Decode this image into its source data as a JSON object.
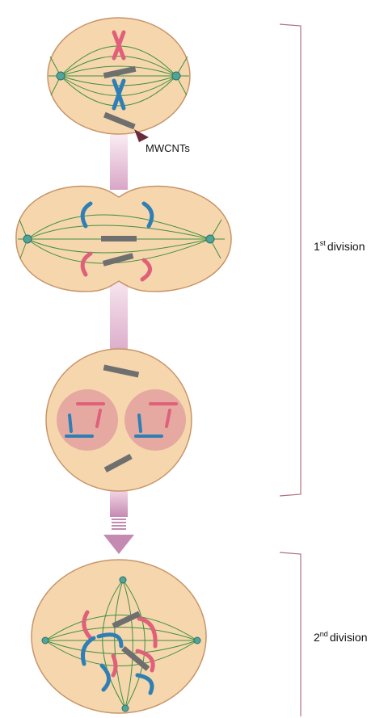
{
  "labels": {
    "mwcnts": "MWCNTs",
    "first_division": {
      "ordinal": "1",
      "suffix": "st",
      "text": "division"
    },
    "second_division": {
      "ordinal": "2",
      "suffix": "nd",
      "text": "division"
    }
  },
  "colors": {
    "cell_fill": "#f6d7ad",
    "cell_outline": "#c8946a",
    "spindle": "#3f8f3f",
    "chromosome_red": "#e0607a",
    "chromosome_blue": "#2f7fb5",
    "nanotube": "#6f6f6f",
    "nucleus": "#e5a9a1",
    "bracket": "#b07080",
    "arrow": "#c48ab2",
    "pointer": "#6b2a3c"
  },
  "icons": [
    "cell-icon",
    "chromosome-icon",
    "nanotube-icon",
    "centrosome-icon",
    "down-arrow-icon",
    "bracket-icon"
  ]
}
